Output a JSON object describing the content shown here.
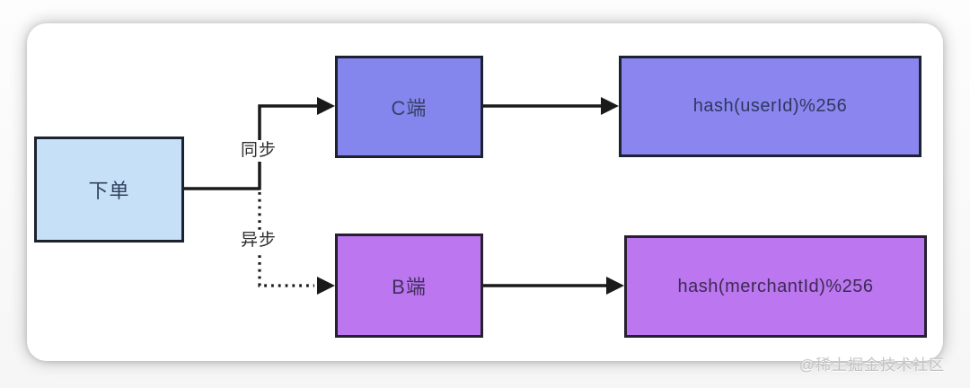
{
  "diagram": {
    "nodes": {
      "order": {
        "label": "下单",
        "fill": "#c5e0f7"
      },
      "c_side": {
        "label": "C端",
        "fill": "#8486ee"
      },
      "user_hash": {
        "label": "hash(userId)%256",
        "fill": "#8b86ef"
      },
      "b_side": {
        "label": "B端",
        "fill": "#bb76f0"
      },
      "merchant_hash": {
        "label": "hash(merchantId)%256",
        "fill": "#bb76f0"
      }
    },
    "edge_labels": {
      "sync": "同步",
      "async": "异步"
    },
    "line_color": "#1a1a1a",
    "border_color": "#1c2230"
  },
  "watermark": {
    "text": "@稀土掘金技术社区"
  }
}
